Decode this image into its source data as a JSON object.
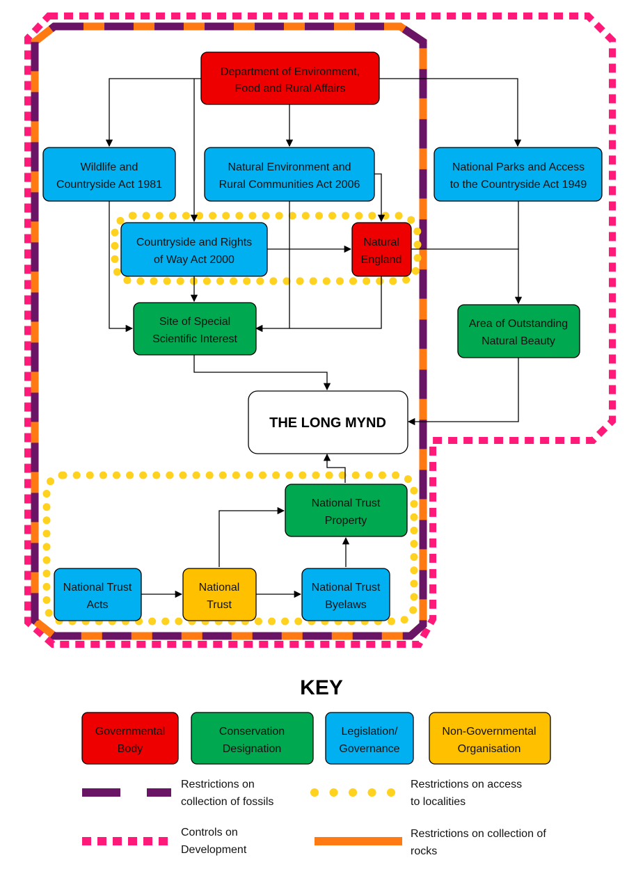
{
  "colors": {
    "governmental": "#ee0000",
    "conservation": "#00a84f",
    "legislation": "#00b0f0",
    "ngo": "#ffc000",
    "white": "#ffffff",
    "fossils_line": "#6a1465",
    "access_line": "#ffd21f",
    "development_line": "#ff1a7a",
    "rocks_line": "#ff7a12",
    "edge": "#000000"
  },
  "nodes": {
    "defra": {
      "lines": [
        "Department of Environment,",
        "Food and Rural Affairs"
      ],
      "category": "governmental"
    },
    "wca": {
      "lines": [
        "Wildlife and",
        "Countryside Act 1981"
      ],
      "category": "legislation"
    },
    "nerc": {
      "lines": [
        "Natural Environment and",
        "Rural Communities Act 2006"
      ],
      "category": "legislation"
    },
    "npaca": {
      "lines": [
        "National Parks and Access",
        "to the Countryside Act 1949"
      ],
      "category": "legislation"
    },
    "crow": {
      "lines": [
        "Countryside and Rights",
        "of Way Act 2000"
      ],
      "category": "legislation"
    },
    "ne": {
      "lines": [
        "Natural",
        "England"
      ],
      "category": "governmental"
    },
    "sssi": {
      "lines": [
        "Site of Special",
        "Scientific Interest"
      ],
      "category": "conservation"
    },
    "aonb": {
      "lines": [
        "Area of Outstanding",
        "Natural Beauty"
      ],
      "category": "conservation"
    },
    "lm": {
      "lines": [
        "THE LONG MYND"
      ],
      "category": "white"
    },
    "ntp": {
      "lines": [
        "National Trust",
        "Property"
      ],
      "category": "conservation"
    },
    "nta": {
      "lines": [
        "National Trust",
        "Acts"
      ],
      "category": "legislation"
    },
    "nt": {
      "lines": [
        "National",
        "Trust"
      ],
      "category": "ngo"
    },
    "ntb": {
      "lines": [
        "National Trust",
        "Byelaws"
      ],
      "category": "legislation"
    }
  },
  "key": {
    "title": "KEY",
    "boxes": [
      {
        "id": "governmental",
        "lines": [
          "Governmental",
          "Body"
        ]
      },
      {
        "id": "conservation",
        "lines": [
          "Conservation",
          "Designation"
        ]
      },
      {
        "id": "legislation",
        "lines": [
          "Legislation/",
          "Governance"
        ]
      },
      {
        "id": "ngo",
        "lines": [
          "Non-Governmental",
          "Organisation"
        ]
      }
    ],
    "lines": [
      {
        "id": "fossils",
        "lines": [
          "Restrictions on",
          "collection of fossils"
        ]
      },
      {
        "id": "access",
        "lines": [
          "Restrictions on access",
          "to localities"
        ]
      },
      {
        "id": "development",
        "lines": [
          "Controls on",
          "Development"
        ]
      },
      {
        "id": "rocks",
        "lines": [
          "Restrictions on collection of",
          "rocks"
        ]
      }
    ]
  }
}
